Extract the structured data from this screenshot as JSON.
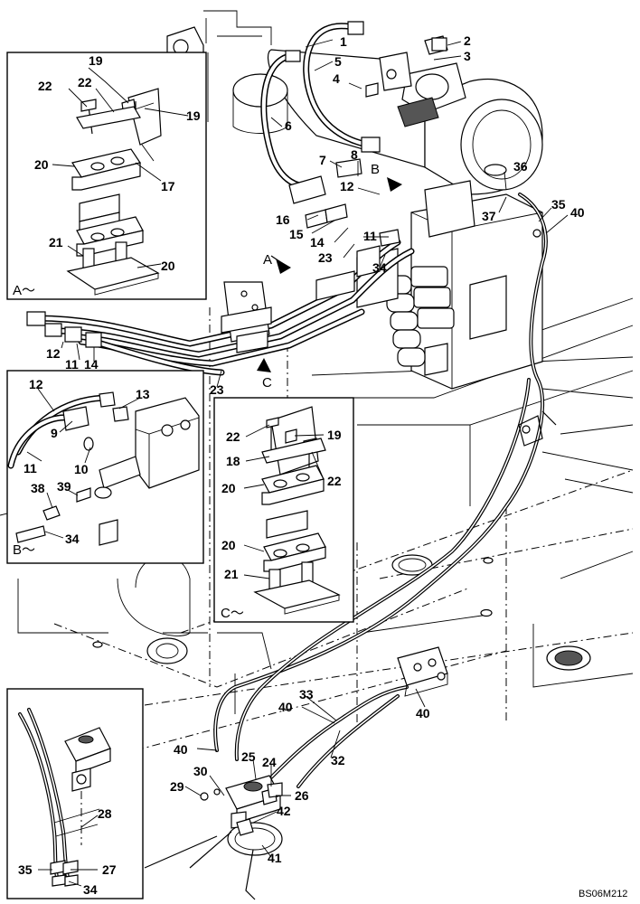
{
  "figure_ref": "BS06M212",
  "callouts_main": [
    {
      "id": "c1",
      "text": "1"
    },
    {
      "id": "c2",
      "text": "2"
    },
    {
      "id": "c3",
      "text": "3"
    },
    {
      "id": "c4",
      "text": "4"
    },
    {
      "id": "c5",
      "text": "5"
    },
    {
      "id": "c6",
      "text": "6"
    },
    {
      "id": "c7",
      "text": "7"
    },
    {
      "id": "c8",
      "text": "8"
    },
    {
      "id": "c12a",
      "text": "12"
    },
    {
      "id": "c36",
      "text": "36"
    },
    {
      "id": "c35a",
      "text": "35"
    },
    {
      "id": "c40a",
      "text": "40"
    },
    {
      "id": "c37",
      "text": "37"
    },
    {
      "id": "c16",
      "text": "16"
    },
    {
      "id": "c15",
      "text": "15"
    },
    {
      "id": "c14a",
      "text": "14"
    },
    {
      "id": "c11a",
      "text": "11"
    },
    {
      "id": "c23a",
      "text": "23"
    },
    {
      "id": "c34a",
      "text": "34"
    },
    {
      "id": "c12b",
      "text": "12"
    },
    {
      "id": "c11b",
      "text": "11"
    },
    {
      "id": "c14b",
      "text": "14"
    },
    {
      "id": "c23b",
      "text": "23"
    },
    {
      "id": "c33",
      "text": "33"
    },
    {
      "id": "c40b",
      "text": "40"
    },
    {
      "id": "c40c",
      "text": "40"
    },
    {
      "id": "c40d",
      "text": "40"
    },
    {
      "id": "c32",
      "text": "32"
    },
    {
      "id": "c25",
      "text": "25"
    },
    {
      "id": "c24",
      "text": "24"
    },
    {
      "id": "c30",
      "text": "30"
    },
    {
      "id": "c29",
      "text": "29"
    },
    {
      "id": "c26",
      "text": "26"
    },
    {
      "id": "c42",
      "text": "42"
    },
    {
      "id": "c41",
      "text": "41"
    }
  ],
  "view_markers": [
    {
      "id": "mA",
      "text": "A"
    },
    {
      "id": "mB",
      "text": "B"
    },
    {
      "id": "mC",
      "text": "C"
    }
  ],
  "inset_a": {
    "label": "A～",
    "callouts": [
      {
        "id": "a19a",
        "text": "19"
      },
      {
        "id": "a22a",
        "text": "22"
      },
      {
        "id": "a22b",
        "text": "22"
      },
      {
        "id": "a19b",
        "text": "19"
      },
      {
        "id": "a20a",
        "text": "20"
      },
      {
        "id": "a17",
        "text": "17"
      },
      {
        "id": "a21",
        "text": "21"
      },
      {
        "id": "a20b",
        "text": "20"
      }
    ]
  },
  "inset_b": {
    "label": "B～",
    "callouts": [
      {
        "id": "b12",
        "text": "12"
      },
      {
        "id": "b13",
        "text": "13"
      },
      {
        "id": "b9",
        "text": "9"
      },
      {
        "id": "b11",
        "text": "11"
      },
      {
        "id": "b10",
        "text": "10"
      },
      {
        "id": "b38",
        "text": "38"
      },
      {
        "id": "b39",
        "text": "39"
      },
      {
        "id": "b34",
        "text": "34"
      }
    ]
  },
  "inset_c": {
    "label": "C～",
    "callouts": [
      {
        "id": "cc22a",
        "text": "22"
      },
      {
        "id": "cc19",
        "text": "19"
      },
      {
        "id": "cc18",
        "text": "18"
      },
      {
        "id": "cc22b",
        "text": "22"
      },
      {
        "id": "cc20a",
        "text": "20"
      },
      {
        "id": "cc20b",
        "text": "20"
      },
      {
        "id": "cc21",
        "text": "21"
      }
    ]
  },
  "inset_d": {
    "callouts": [
      {
        "id": "d28",
        "text": "28"
      },
      {
        "id": "d35",
        "text": "35"
      },
      {
        "id": "d27",
        "text": "27"
      },
      {
        "id": "d34",
        "text": "34"
      }
    ]
  }
}
